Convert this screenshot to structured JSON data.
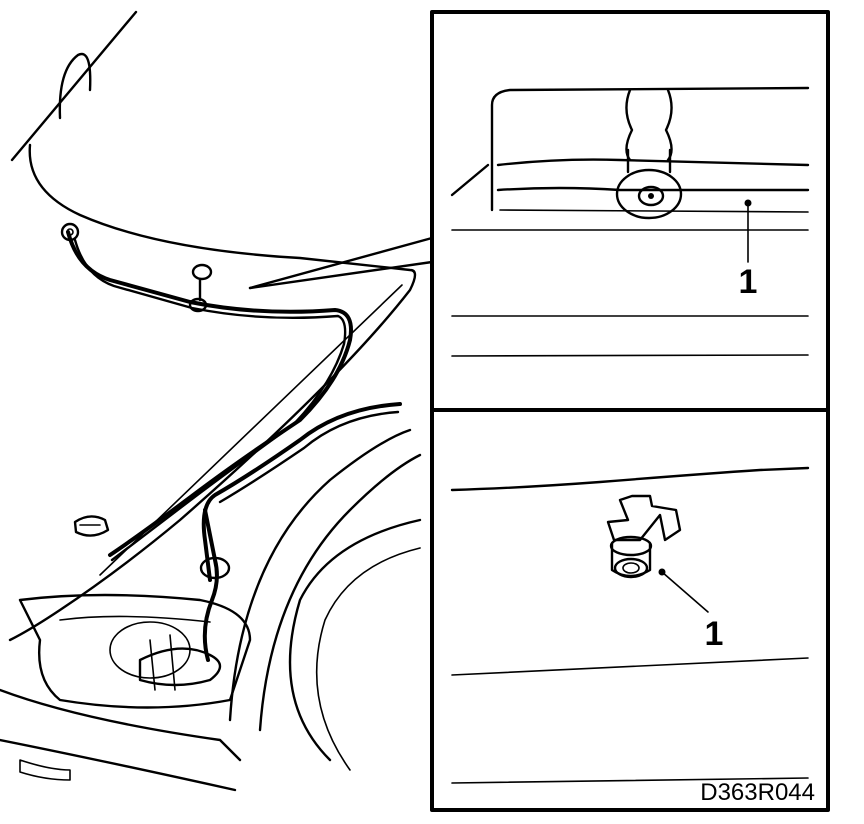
{
  "figure": {
    "code": "D363R044",
    "top_inset": {
      "callout": "1"
    },
    "bottom_inset": {
      "callout": "1"
    }
  },
  "colors": {
    "ink": "#000000",
    "paper": "#ffffff"
  }
}
